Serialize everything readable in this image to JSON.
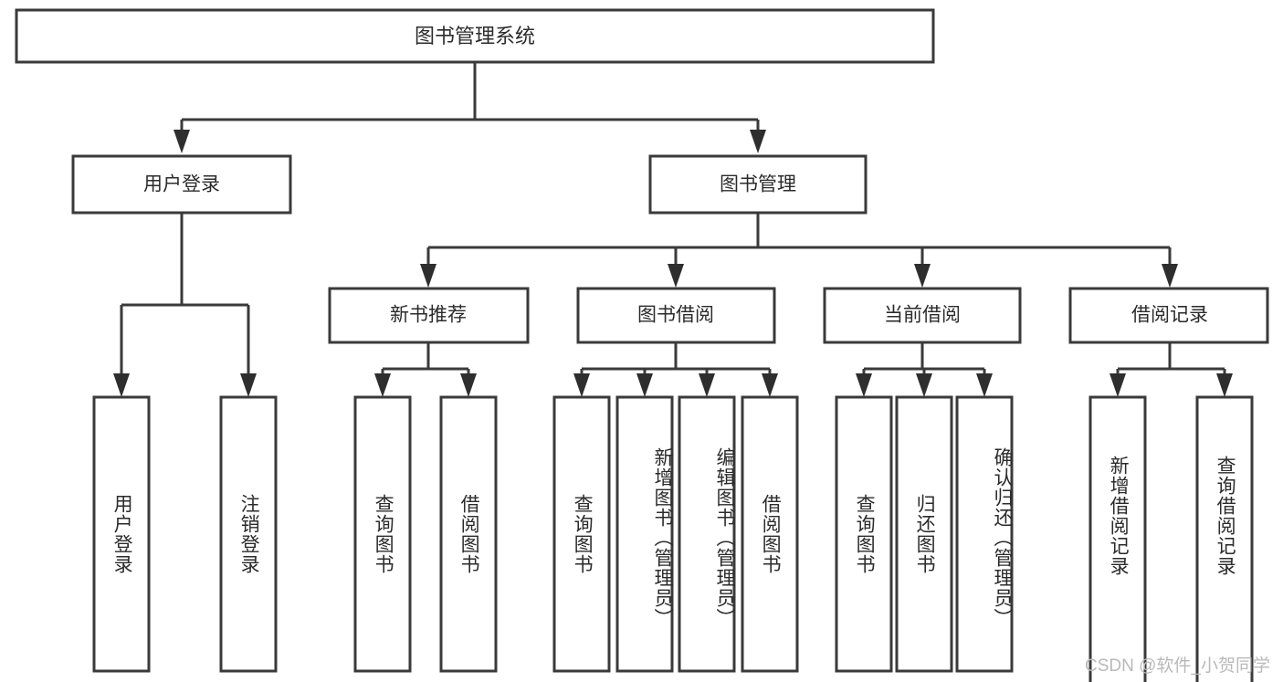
{
  "diagram": {
    "type": "tree",
    "title": "图书管理系统",
    "orientation": "top-down",
    "watermark": "CSDN @软件_小贺同学",
    "colors": {
      "box_stroke": "#3a3a3a",
      "box_fill": "#ffffff",
      "connector": "#3a3a3a",
      "text": "#2b2b2b",
      "background": "#ffffff",
      "watermark": "#b9b9b9"
    },
    "root": {
      "label": "图书管理系统"
    },
    "level2": [
      {
        "label": "用户登录"
      },
      {
        "label": "图书管理"
      }
    ],
    "level3": [
      {
        "label": "新书推荐"
      },
      {
        "label": "图书借阅"
      },
      {
        "label": "当前借阅"
      },
      {
        "label": "借阅记录"
      }
    ],
    "leaves": {
      "user_login": [
        {
          "label": "用户登录"
        },
        {
          "label": "注销登录"
        }
      ],
      "new_book_recommend": [
        {
          "label": "查询图书"
        },
        {
          "label": "借阅图书"
        }
      ],
      "book_borrow": [
        {
          "label": "查询图书"
        },
        {
          "label": "新增图书（管理员）"
        },
        {
          "label": "编辑图书（管理员）"
        },
        {
          "label": "借阅图书"
        }
      ],
      "current_borrow": [
        {
          "label": "查询图书"
        },
        {
          "label": "归还图书"
        },
        {
          "label": "确认归还（管理员）"
        }
      ],
      "borrow_record": [
        {
          "label": "新增借阅记录"
        },
        {
          "label": "查询借阅记录"
        }
      ]
    }
  }
}
